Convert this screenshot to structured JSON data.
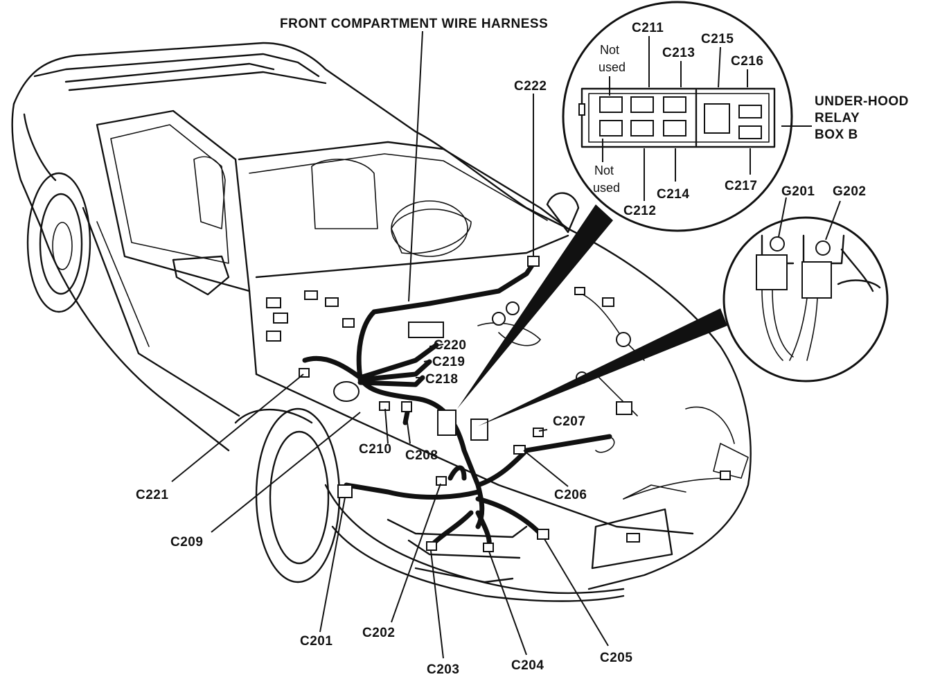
{
  "title": "FRONT COMPARTMENT WIRE HARNESS",
  "relay_box": {
    "label_line1": "UNDER-HOOD",
    "label_line2": "RELAY",
    "label_line3": "BOX B",
    "not_used_top_1": "Not",
    "not_used_top_2": "used",
    "not_used_bottom_1": "Not",
    "not_used_bottom_2": "used",
    "connectors_top": [
      "C211",
      "C213",
      "C215",
      "C216"
    ],
    "connectors_bottom": [
      "C212",
      "C214",
      "C217"
    ]
  },
  "grounds": [
    "G201",
    "G202"
  ],
  "connectors": {
    "c201": "C201",
    "c202": "C202",
    "c203": "C203",
    "c204": "C204",
    "c205": "C205",
    "c206": "C206",
    "c207": "C207",
    "c208": "C208",
    "c209": "C209",
    "c210": "C210",
    "c218": "C218",
    "c219": "C219",
    "c220": "C220",
    "c221": "C221",
    "c222": "C222"
  }
}
